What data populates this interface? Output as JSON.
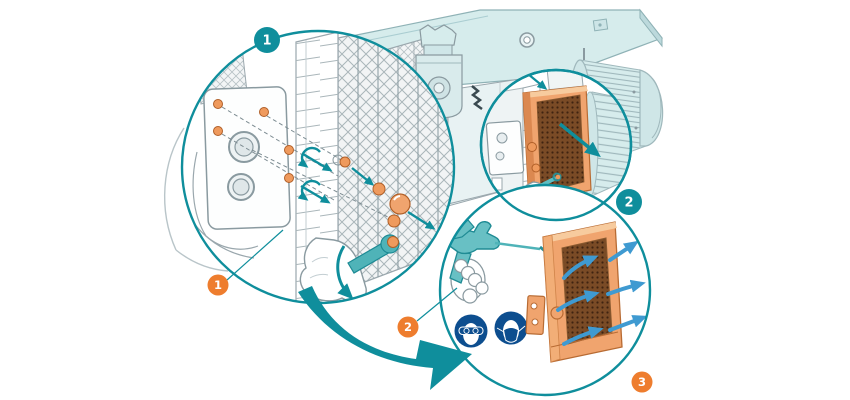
{
  "figure": {
    "alt": "Exploded maintenance illustration of a pump air-filter: unscrew grille fasteners, pull out filter panel, blow it clean with compressed air"
  },
  "badges": {
    "detail_circle_1": "1",
    "detail_circle_2": "2",
    "callout_1": "1",
    "callout_2": "2",
    "callout_3": "3"
  },
  "safety_icons": [
    {
      "name": "safety-goggles-icon"
    },
    {
      "name": "dust-mask-icon"
    }
  ],
  "colors": {
    "teal_stroke": "#0f8e9c",
    "badge_teal": "#0f8e9c",
    "badge_orange": "#ee7d2e",
    "teal_fill_light": "#d6ecec",
    "teal_tool": "#5fbdc1",
    "orange_part_light": "#f0a46e",
    "orange_part_dark": "#db8850",
    "filter_mesh_brown": "#7a4b26",
    "airflow_blue": "#3f9ad1",
    "safety_sign_blue": "#0d4e8f",
    "outline_gray": "#8a9aa0"
  }
}
